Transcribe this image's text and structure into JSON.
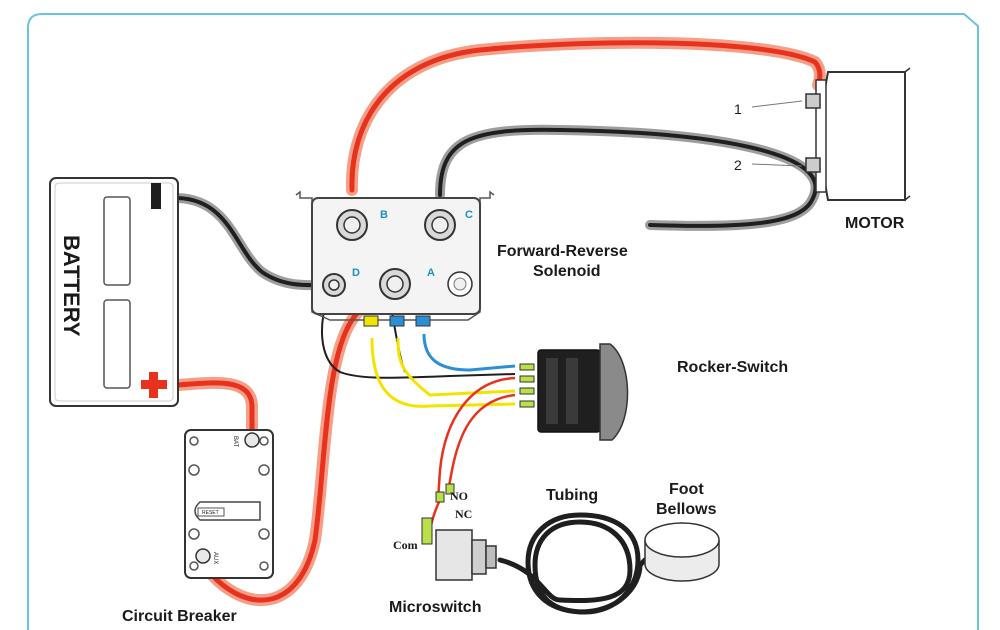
{
  "labels": {
    "battery": "BATTERY",
    "motor": "MOTOR",
    "solenoid_line1": "Forward-Reverse",
    "solenoid_line2": "Solenoid",
    "rocker_switch": "Rocker-Switch",
    "circuit_breaker": "Circuit Breaker",
    "microswitch": "Microswitch",
    "tubing": "Tubing",
    "foot_line1": "Foot",
    "foot_line2": "Bellows"
  },
  "terminals": {
    "a": "A",
    "b": "B",
    "c": "C",
    "d": "D",
    "motor_1": "1",
    "motor_2": "2",
    "breaker_bat": "BAT",
    "breaker_aux": "AUX",
    "breaker_reset": "RESET",
    "micro_no": "NO",
    "micro_nc": "NC",
    "micro_com": "Com"
  },
  "colors": {
    "frame": "#6cc3dd",
    "wire_red": "#e8321e",
    "wire_red_glow": "#f4a089",
    "wire_black": "#1f1f1f",
    "wire_gray": "#a8a8a8",
    "wire_blue": "#2a8fd6",
    "wire_yellow": "#f2e400",
    "terminal_label": "#1e8fc9"
  },
  "icons": {
    "battery_negative": "minus-icon",
    "battery_positive": "plus-icon"
  }
}
